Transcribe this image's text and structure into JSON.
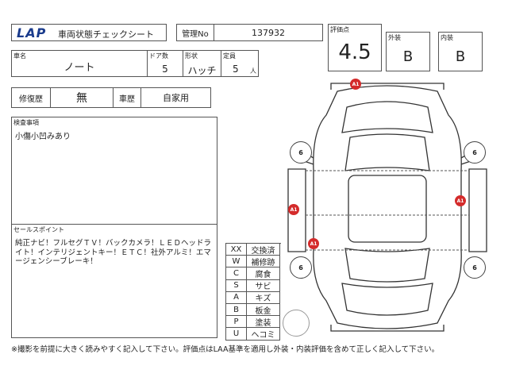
{
  "header": {
    "logo_text": "LAP",
    "title": "車両状態チェックシート",
    "mgmt_label": "管理No",
    "mgmt_value": "137932"
  },
  "vehicle": {
    "name_label": "車名",
    "name_value": "ノート",
    "doors_label": "ドア数",
    "doors_value": "5",
    "shape_label": "形状",
    "shape_value": "ハッチ",
    "capacity_label": "定員",
    "capacity_value": "5",
    "capacity_unit": "人"
  },
  "history": {
    "repair_label": "修復歴",
    "repair_value": "無",
    "usage_label": "車歴",
    "usage_value": "自家用"
  },
  "rating": {
    "score_label": "評価点",
    "score_value": "4.5",
    "exterior_label": "外装",
    "exterior_value": "B",
    "interior_label": "内装",
    "interior_value": "B"
  },
  "inspection": {
    "label": "検査事項",
    "text": "小傷小凹みあり"
  },
  "selling_points": {
    "label": "セールスポイント",
    "text": "純正ナビ！フルセグＴＶ！バックカメラ！ＬＥＤヘッドライト！インテリジェントキー！ＥＴＣ！社外アルミ！エマージェンシーブレーキ！"
  },
  "legend": [
    {
      "code": "XX",
      "meaning": "交換済"
    },
    {
      "code": "W",
      "meaning": "補修跡"
    },
    {
      "code": "C",
      "meaning": "腐食"
    },
    {
      "code": "S",
      "meaning": "サビ"
    },
    {
      "code": "A",
      "meaning": "キズ"
    },
    {
      "code": "B",
      "meaning": "板金"
    },
    {
      "code": "P",
      "meaning": "塗装"
    },
    {
      "code": "U",
      "meaning": "ヘコミ"
    }
  ],
  "diagram": {
    "damage_markers": [
      "A1",
      "A1",
      "A1",
      "A1"
    ],
    "tire_labels": [
      "6",
      "6",
      "6",
      "6"
    ]
  },
  "footer_note": "※撮影を前提に大きく読みやすく記入して下さい。評価点はLAA基準を適用し外装・内装評価を含めて正しく記入して下さい。"
}
